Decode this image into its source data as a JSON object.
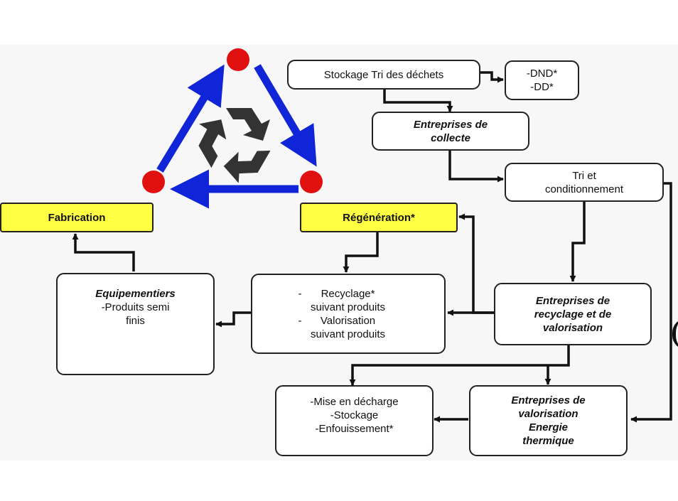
{
  "colors": {
    "yellow_box": "#ffff44",
    "arrow_blue": "#1024d8",
    "node_red": "#e01010",
    "recycle_symbol": "#333333"
  },
  "icons": {
    "recycle": "recycle-symbol-icon"
  },
  "boxes": {
    "stockage": "Stockage Tri des déchets",
    "dnd": [
      "-DND*",
      "-DD*"
    ],
    "collecte": [
      "Entreprises de",
      "collecte"
    ],
    "tri": [
      "Tri et",
      "conditionnement"
    ],
    "fabrication": "Fabrication",
    "regeneration": "Régénération*",
    "equipementiers": {
      "title": "Equipementiers",
      "lines": [
        "-Produits semi",
        "finis"
      ]
    },
    "recyclage": [
      {
        "dash": "-",
        "lines": [
          "Recyclage*",
          "suivant produits"
        ]
      },
      {
        "dash": "-",
        "lines": [
          "Valorisation",
          "suivant produits"
        ]
      }
    ],
    "entreprises_recyclage": [
      "Entreprises de",
      "recyclage et de",
      "valorisation"
    ],
    "decharge": [
      "-Mise en décharge",
      "-Stockage",
      "-Enfouissement*"
    ],
    "entreprises_valorisation": [
      "Entreprises de",
      "valorisation",
      "Energie",
      "thermique"
    ]
  }
}
